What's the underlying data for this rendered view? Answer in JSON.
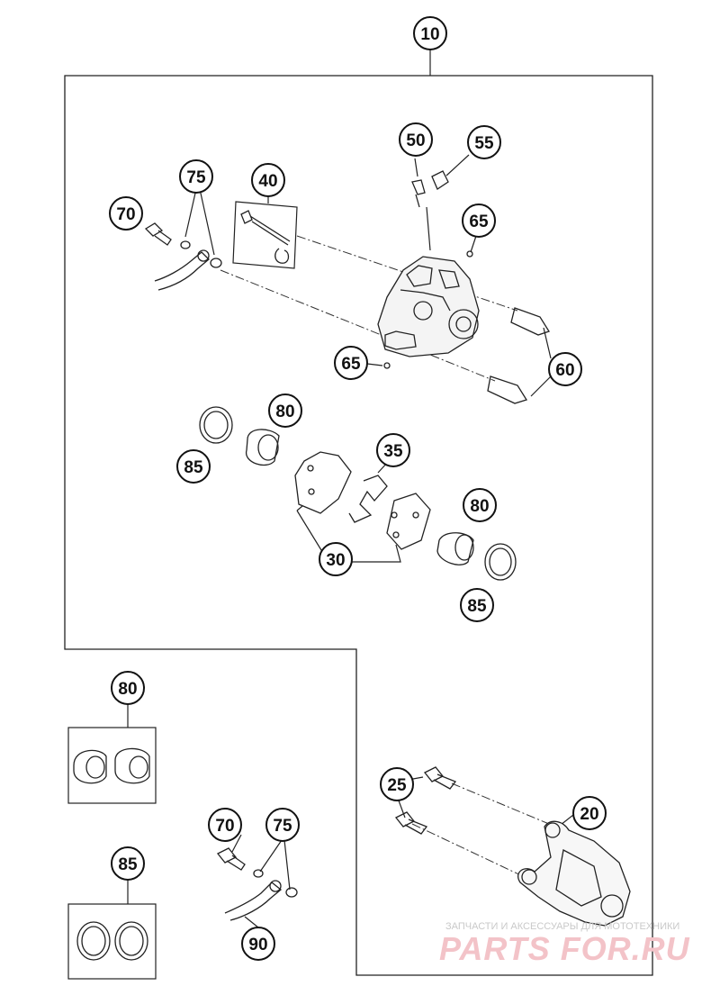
{
  "callouts": {
    "c10": "10",
    "c50": "50",
    "c55": "55",
    "c75a": "75",
    "c40": "40",
    "c70a": "70",
    "c65a": "65",
    "c65b": "65",
    "c60": "60",
    "c80a": "80",
    "c35": "35",
    "c85a": "85",
    "c80b": "80",
    "c30": "30",
    "c85b": "85",
    "c80c": "80",
    "c25": "25",
    "c20": "20",
    "c70b": "70",
    "c75b": "75",
    "c85c": "85",
    "c90": "90"
  },
  "watermark": {
    "caption": "ЗАПЧАСТИ И АКСЕССУАРЫ ДЛЯ МОТОТЕХНИКИ",
    "brand": "PARTS FOR.RU"
  },
  "colors": {
    "line": "#222222",
    "watermark_text": "#c9c9c9",
    "watermark_brand": "#f3c3c8"
  }
}
